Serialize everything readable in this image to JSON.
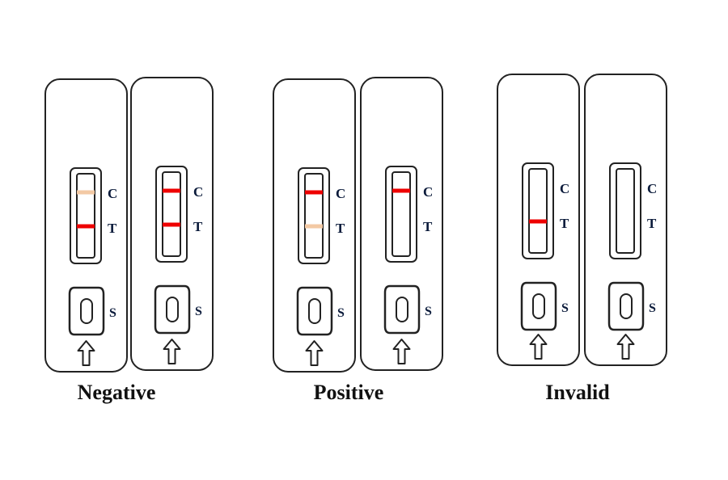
{
  "colors": {
    "outline": "#222222",
    "strong_line": "#ee0000",
    "faint_line": "#f3c9a4",
    "label_text": "#0a1a3a",
    "group_text": "#111111"
  },
  "marks": {
    "control": "C",
    "test": "T",
    "sample": "S",
    "arrow_icon": "arrow-up-icon"
  },
  "groups": [
    {
      "label": "Negative",
      "cassettes": [
        {
          "control_line": "faint",
          "test_line": "strong"
        },
        {
          "control_line": "strong",
          "test_line": "strong"
        }
      ]
    },
    {
      "label": "Positive",
      "cassettes": [
        {
          "control_line": "strong",
          "test_line": "faint"
        },
        {
          "control_line": "strong",
          "test_line": "none"
        }
      ]
    },
    {
      "label": "Invalid",
      "cassettes": [
        {
          "control_line": "none",
          "test_line": "strong"
        },
        {
          "control_line": "none",
          "test_line": "none"
        }
      ]
    }
  ]
}
